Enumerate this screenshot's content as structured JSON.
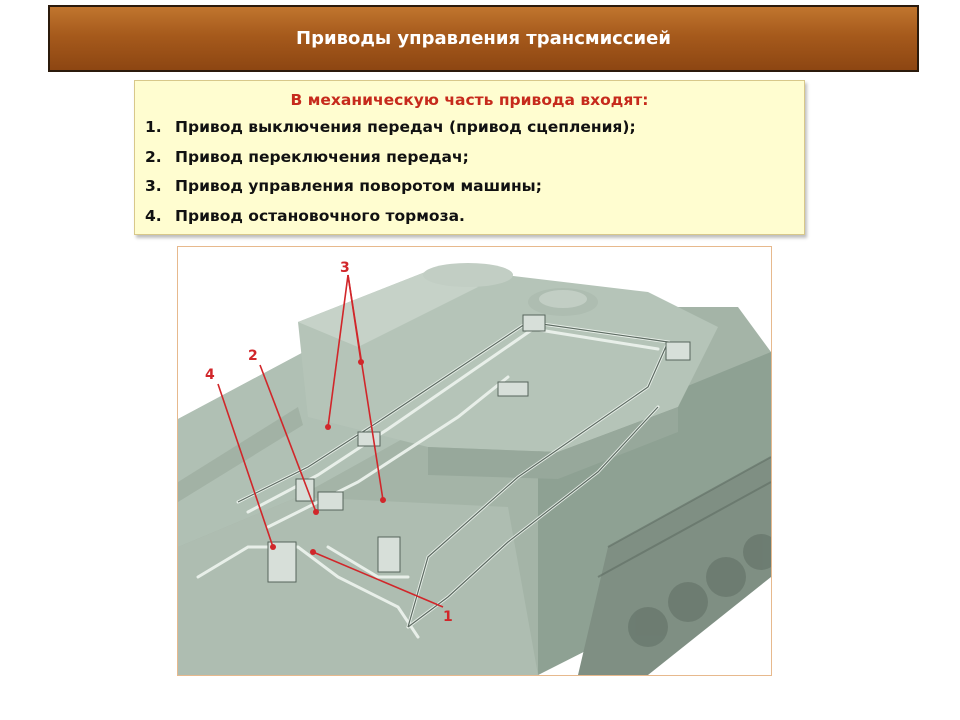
{
  "title": "Приводы управления трансмиссией",
  "info": {
    "heading": "В механическую часть привода входят:",
    "items": [
      {
        "num": "1.",
        "text": "Привод выключения передач (привод сцепления);"
      },
      {
        "num": "2.",
        "text": "Привод переключения передач;"
      },
      {
        "num": "3.",
        "text": "Привод управления поворотом машины;"
      },
      {
        "num": "4.",
        "text": "Привод остановочного тормоза."
      }
    ]
  },
  "diagram": {
    "callouts": [
      "1",
      "2",
      "3",
      "4"
    ],
    "callout_color": "#d1262a",
    "tank_color": "#9fb0a3"
  }
}
